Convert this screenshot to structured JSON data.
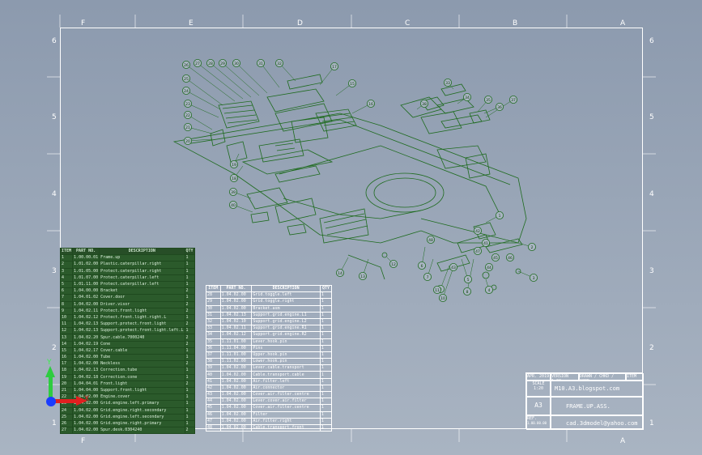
{
  "zones": {
    "top": [
      "F",
      "E",
      "D",
      "C",
      "B",
      "A"
    ],
    "left": [
      "6",
      "5",
      "4",
      "3",
      "2",
      "1"
    ],
    "right": [
      "6",
      "5",
      "4",
      "3",
      "2",
      "1"
    ]
  },
  "colors": {
    "background": "#9aa6b6",
    "drawing": "#1e6b1e",
    "border": "#ffffff",
    "bom_fill": "#2b5a2b"
  },
  "bom_left": {
    "headers": [
      "ITEM",
      "PART NO.",
      "DESCRIPTION",
      "QTY"
    ],
    "rows": [
      [
        "1",
        "1.00.00.01",
        "Frame.up",
        "1"
      ],
      [
        "2",
        "1.01.02.00",
        "Plastic.caterpillar.right",
        "1"
      ],
      [
        "3",
        "1.01.05.00",
        "Protect.caterpillar.right",
        "1"
      ],
      [
        "4",
        "1.01.07.00",
        "Protect.caterpillar.left",
        "1"
      ],
      [
        "5",
        "1.01.11.00",
        "Protect.caterpillar.left",
        "1"
      ],
      [
        "6",
        "1.04.00.00",
        "Bracket",
        "2"
      ],
      [
        "7",
        "1.04.01.02",
        "Cover.door",
        "1"
      ],
      [
        "8",
        "1.04.02.00",
        "Driver.visor",
        "2"
      ],
      [
        "9",
        "1.04.02.11",
        "Protect.front.light",
        "2"
      ],
      [
        "10",
        "1.04.02.12",
        "Protect.front.light.right.L",
        "1"
      ],
      [
        "11",
        "1.04.02.13",
        "Support.protect.front.light",
        "2"
      ],
      [
        "12",
        "1.04.02.13",
        "Support.protect.front.light.left.L",
        "1"
      ],
      [
        "13",
        "1.04.02.20",
        "Spur.cable.7000240",
        "2"
      ],
      [
        "14",
        "1.04.02.19",
        "Cone",
        "2"
      ],
      [
        "15",
        "1.04.02.17",
        "Cover.cable",
        "1"
      ],
      [
        "16",
        "1.04.02.00",
        "Tube",
        "1"
      ],
      [
        "17",
        "1.04.02.00",
        "Neckless",
        "2"
      ],
      [
        "18",
        "1.04.02.13",
        "Correction.tube",
        "1"
      ],
      [
        "19",
        "1.04.02.18",
        "Correction.cone",
        "1"
      ],
      [
        "20",
        "1.04.04.01",
        "Front.light",
        "2"
      ],
      [
        "21",
        "1.04.04.00",
        "Support.front.light",
        "1"
      ],
      [
        "22",
        "1.04.02.00",
        "Engine.cover",
        "1"
      ],
      [
        "23",
        "1.04.02.00",
        "Grid.engine.left.primary",
        "1"
      ],
      [
        "24",
        "1.04.02.00",
        "Grid.engine.right.secondary",
        "1"
      ],
      [
        "25",
        "1.04.02.00",
        "Grid.engine.left.secondary",
        "1"
      ],
      [
        "26",
        "1.04.02.00",
        "Grid.engine.right.primary",
        "1"
      ],
      [
        "27",
        "1.04.02.00",
        "Spur.desk.0304240",
        "2"
      ]
    ]
  },
  "bom_right": {
    "headers": [
      "ITEM",
      "PART NO.",
      "DESCRIPTION",
      "QTY"
    ],
    "rows": [
      [
        "28",
        "1.04.02.00",
        "Grid.toggle.left",
        "1"
      ],
      [
        "29",
        "1.04.02.00",
        "Grid.toggle.right",
        "1"
      ],
      [
        "30",
        "1.04.02.00",
        "Bracket.asm",
        "1"
      ],
      [
        "31",
        "1.04.02.13",
        "Support.grid.engine.L1",
        "1"
      ],
      [
        "32",
        "1.04.02.10",
        "Support.grid.engine.L2",
        "1"
      ],
      [
        "33",
        "1.04.02.11",
        "Support.grid.engine.R1",
        "1"
      ],
      [
        "34",
        "1.04.02.12",
        "Support.grid.engine.R2",
        "1"
      ],
      [
        "35",
        "1.11.01.00",
        "Lever.hook.pin",
        "1"
      ],
      [
        "36",
        "1.11.04.00",
        "Pins",
        "1"
      ],
      [
        "37",
        "1.11.01.00",
        "Upper.hook.pin",
        "1"
      ],
      [
        "38",
        "1.11.02.00",
        "Lower.hook.pin",
        "1"
      ],
      [
        "39",
        "1.04.02.00",
        "Lever.cable.transport",
        "1"
      ],
      [
        "40",
        "1.04.02.00",
        "Cable.transport.cable",
        "1"
      ],
      [
        "41",
        "1.04.02.00",
        "Air.filter.left",
        "1"
      ],
      [
        "42",
        "1.04.02.00",
        "Air.connector",
        "1"
      ],
      [
        "43",
        "1.04.02.00",
        "Cover.air.filter.centre",
        "1"
      ],
      [
        "44",
        "1.04.02.00",
        "Lever.cover.air.filter",
        "1"
      ],
      [
        "45",
        "1.04.02.00",
        "Cover.air.filter.centre",
        "1"
      ],
      [
        "46",
        "1.04.02.00",
        "Filter",
        "1"
      ],
      [
        "47",
        "1.04.02.00",
        "Air.filter.right",
        "1"
      ],
      [
        "48",
        "1.04.02.00",
        "Cable.transport.front",
        "1"
      ]
    ]
  },
  "title_block": {
    "header": [
      "APR. 2019",
      "VERSION 1.00",
      "DRAWN / CHKD / APPD",
      "ITEM"
    ],
    "scale_label": "SCALE",
    "scale_value": "1:20",
    "title_top": "M10.A3.blogspot.com",
    "title_main": "FRAME.UP.ASS.",
    "sheet_size": "A3",
    "ref_label": "REF.",
    "ref_value": "1.00.00.00",
    "email": "cad.3dmodel@yahoo.com"
  },
  "axes": {
    "y_label": "Y",
    "x_label": "X"
  },
  "balloons": [
    "1",
    "2",
    "3",
    "4",
    "5",
    "6",
    "7",
    "8",
    "9",
    "10",
    "11",
    "12",
    "13",
    "14",
    "15",
    "16",
    "17",
    "18",
    "19",
    "20",
    "21",
    "22",
    "23",
    "24",
    "25",
    "26",
    "27",
    "28",
    "29",
    "30",
    "31",
    "32",
    "33",
    "34",
    "35",
    "36",
    "37",
    "38",
    "39",
    "40",
    "41",
    "42",
    "43",
    "44",
    "45",
    "46",
    "47",
    "48"
  ]
}
